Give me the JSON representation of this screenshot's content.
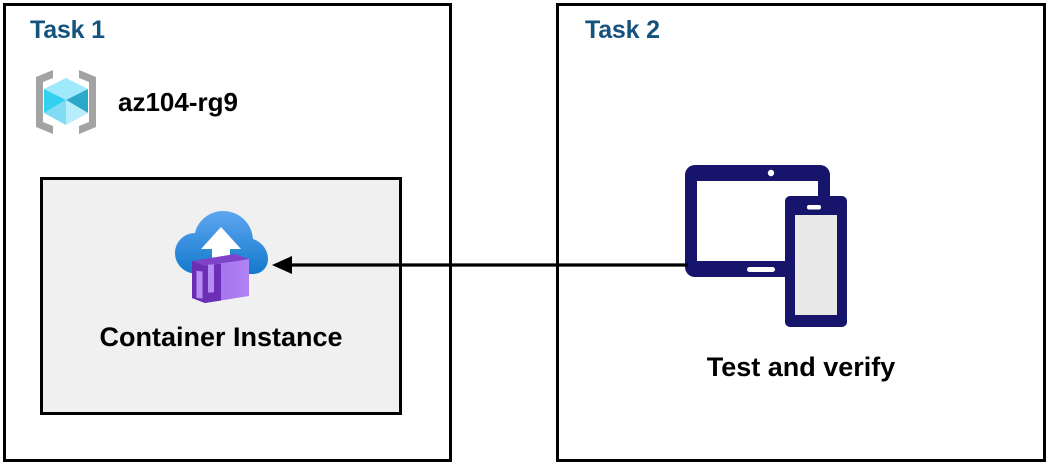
{
  "diagram": {
    "title": "Azure Container Instance task diagram",
    "background_color": "#ffffff",
    "title_color": "#15537f",
    "border_color": "#000000"
  },
  "panels": [
    {
      "id": "task1",
      "title": "Task 1",
      "resource_group": {
        "icon": "azure-resource-group-icon",
        "label": "az104-rg9",
        "icon_colors": {
          "bracket": "#a3a3a3",
          "cube_top": "#9fe9fb",
          "cube_left": "#32d1f2",
          "cube_right": "#2aa8c9",
          "cube_bottom_left": "#b8eefc",
          "cube_bottom_right": "#7fdcf3"
        }
      },
      "card": {
        "icon": "azure-container-instance-icon",
        "label": "Container Instance",
        "background_color": "#f0f0f0",
        "border_color": "#000000",
        "icon_colors": {
          "cloud_top": "#5aa0ed",
          "cloud_bottom": "#1a7fd4",
          "arrow": "#ffffff",
          "container_front": "#a571ef",
          "container_side": "#6b2fb5",
          "container_slats": "#b78cf2"
        }
      }
    },
    {
      "id": "task2",
      "title": "Task 2",
      "device": {
        "icon": "tablet-and-phone-icon",
        "label": "Test and verify",
        "icon_colors": {
          "outline": "#16146b",
          "tablet_screen": "#ffffff",
          "phone_screen": "#e8e8e8"
        }
      }
    }
  ],
  "connector": {
    "name": "flow-arrow",
    "direction": "right-to-left",
    "from": "Test and verify",
    "to": "Container Instance",
    "color": "#000000"
  }
}
